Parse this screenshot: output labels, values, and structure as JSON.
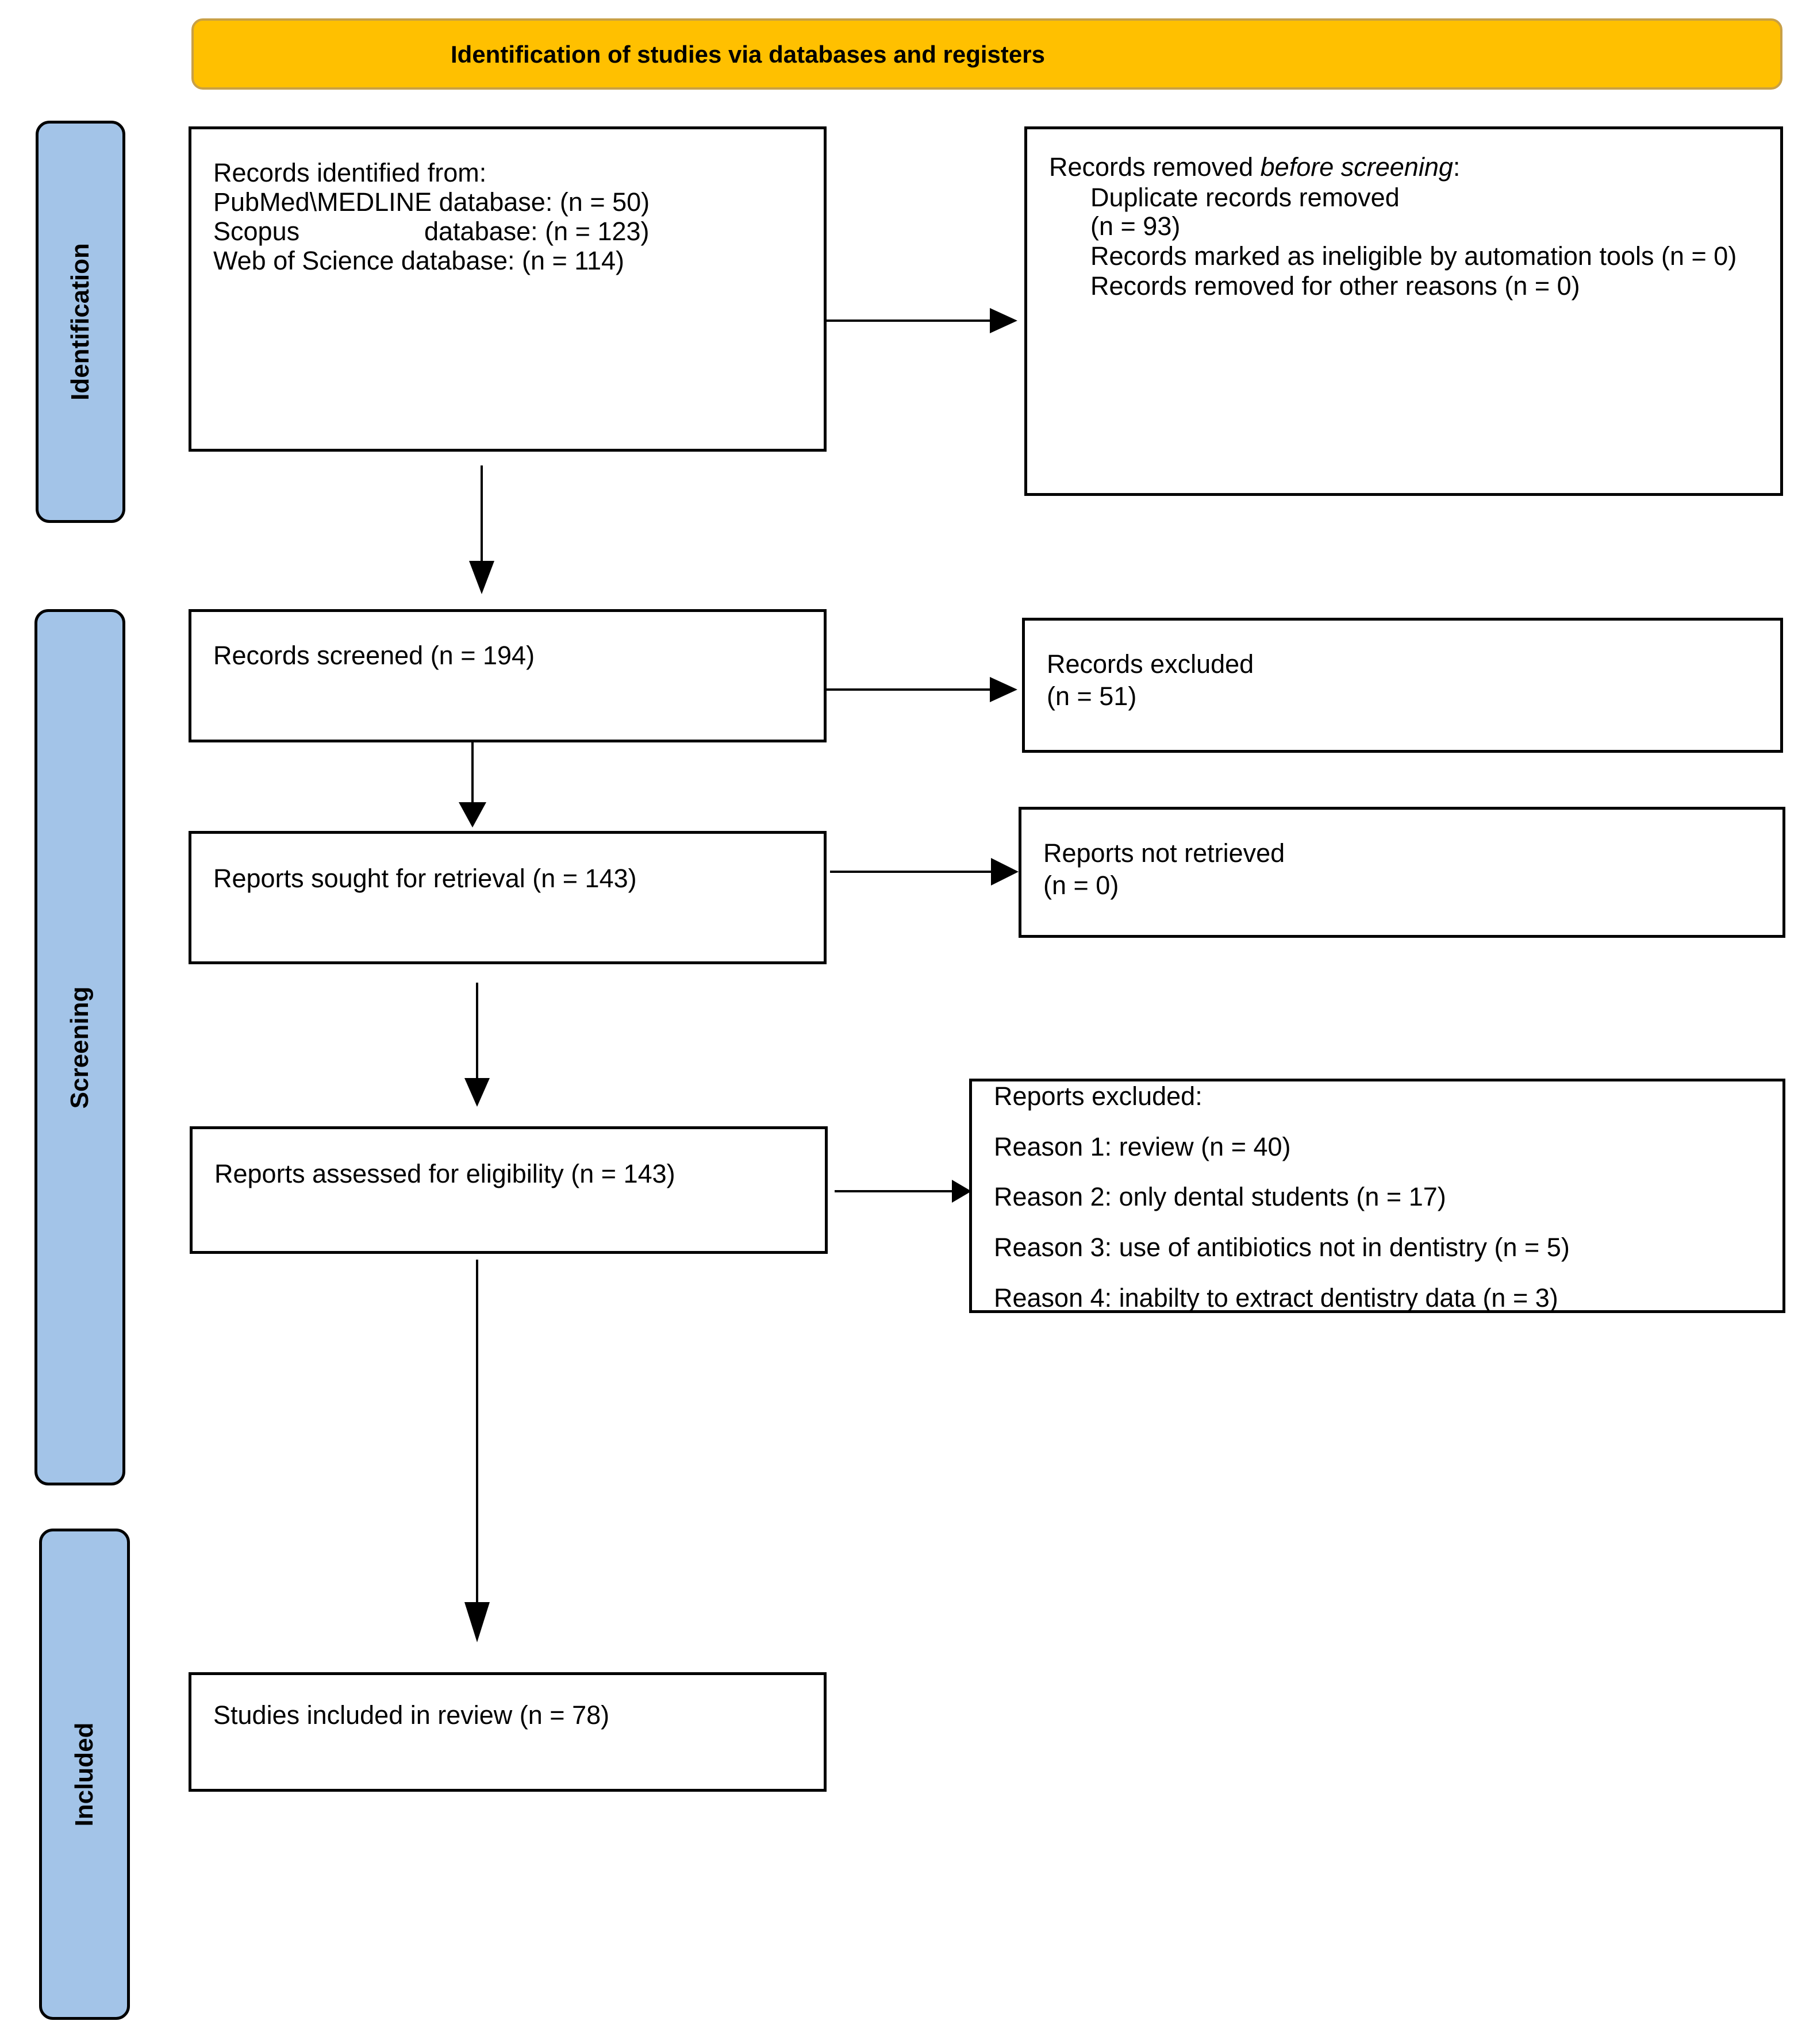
{
  "header": {
    "title": "Identification of studies via databases and registers"
  },
  "phases": {
    "identification": "Identification",
    "screening": "Screening",
    "included": "Included"
  },
  "identified": {
    "heading": "Records identified from:",
    "pubmed": "PubMed\\MEDLINE database: (n = 50)",
    "scopus_name": "Scopus",
    "scopus_count": "database: (n = 123)",
    "wos": "Web of Science database: (n = 114)"
  },
  "removed": {
    "heading_prefix": "Records removed ",
    "heading_italic": "before screening",
    "heading_suffix": ":",
    "duplicates": "Duplicate records removed",
    "duplicates_count": "(n = 93)",
    "automation": "Records marked as ineligible by automation tools (n = 0)",
    "other": "Records removed for other  reasons (n = 0)"
  },
  "screened": {
    "label": "Records screened (n = 194)"
  },
  "excluded": {
    "label": "Records excluded",
    "count": "(n = 51)"
  },
  "sought": {
    "label": "Reports sought for retrieval (n = 143)"
  },
  "not_retrieved": {
    "label": "Reports not retrieved",
    "count": "(n = 0)"
  },
  "assessed": {
    "label": "Reports assessed for eligibility (n = 143)"
  },
  "reports_excluded": {
    "heading": "Reports excluded:",
    "reasons": [
      "Reason 1: review (n = 40)",
      "Reason 2: only dental students (n = 17)",
      "Reason 3: use of antibiotics not in dentistry (n = 5)",
      "Reason 4: inabilty to extract dentistry data (n = 3)"
    ]
  },
  "included": {
    "label": "Studies included in review (n = 78)"
  }
}
